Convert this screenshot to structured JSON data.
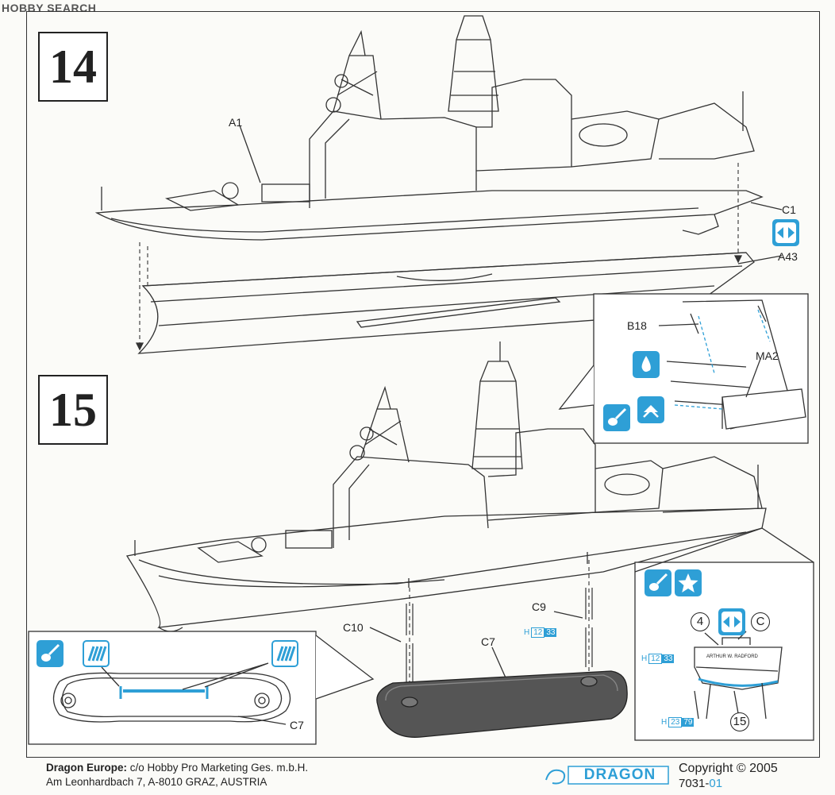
{
  "watermark": "HOBBY SEARCH",
  "steps": {
    "step14": "14",
    "step15": "15"
  },
  "parts": {
    "a1": "A1",
    "c1": "C1",
    "a43": "A43",
    "b18": "B18",
    "ma2": "MA2",
    "c10": "C10",
    "c9": "C9",
    "c7_stand": "C7",
    "c7_top": "C7",
    "nameplate": "ARTHUR W. RADFORD"
  },
  "paint_codes": {
    "h12": {
      "prefix": "H",
      "a": "12",
      "b": "33"
    },
    "h12_detail": {
      "prefix": "H",
      "a": "12",
      "b": "33"
    },
    "h23_detail": {
      "prefix": "H",
      "a": "23",
      "b": "79"
    }
  },
  "callouts": {
    "four": "4",
    "c": "C",
    "fifteen": "15"
  },
  "footer": {
    "company_bold": "Dragon Europe:",
    "company_rest": " c/o Hobby Pro Marketing Ges. m.b.H.",
    "address": "Am Leonhardbach 7, A-8010 GRAZ, AUSTRIA",
    "brand": "DRAGON",
    "copyright": "Copyright © 2005",
    "code_main": "7031-",
    "code_suffix": "01"
  },
  "colors": {
    "accent": "#2e9fd6",
    "ink": "#222222",
    "stand": "#555555"
  }
}
